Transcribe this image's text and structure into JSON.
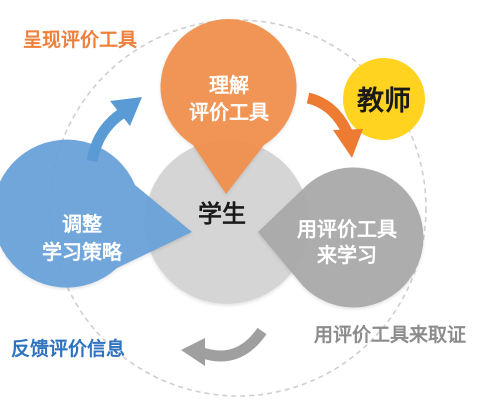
{
  "labels": {
    "outer_title": "呈现评价工具",
    "top_line1": "理解",
    "top_line2": "评价工具",
    "teacher": "教师",
    "center": "学生",
    "right_line1": "用评价工具",
    "right_line2": "来学习",
    "left_line1": "调整",
    "left_line2": "学习策略",
    "bottom_right": "用评价工具来取证",
    "bottom_left": "反馈评价信息"
  },
  "colors": {
    "orange": "#f0904e",
    "orange_text": "#ef7f3a",
    "arrow_orange": "#ed7b31",
    "gray_petal": "#a9a9a9",
    "gray_text": "#8c8c8c",
    "blue_petal": "#6aa1d9",
    "blue_text": "#2f73c0",
    "arrow_blue": "#5b9bd5",
    "center_gray": "#d5d5d5",
    "yellow_circle": "#ffd31f",
    "dashed_circle": "#cfcfcf"
  }
}
